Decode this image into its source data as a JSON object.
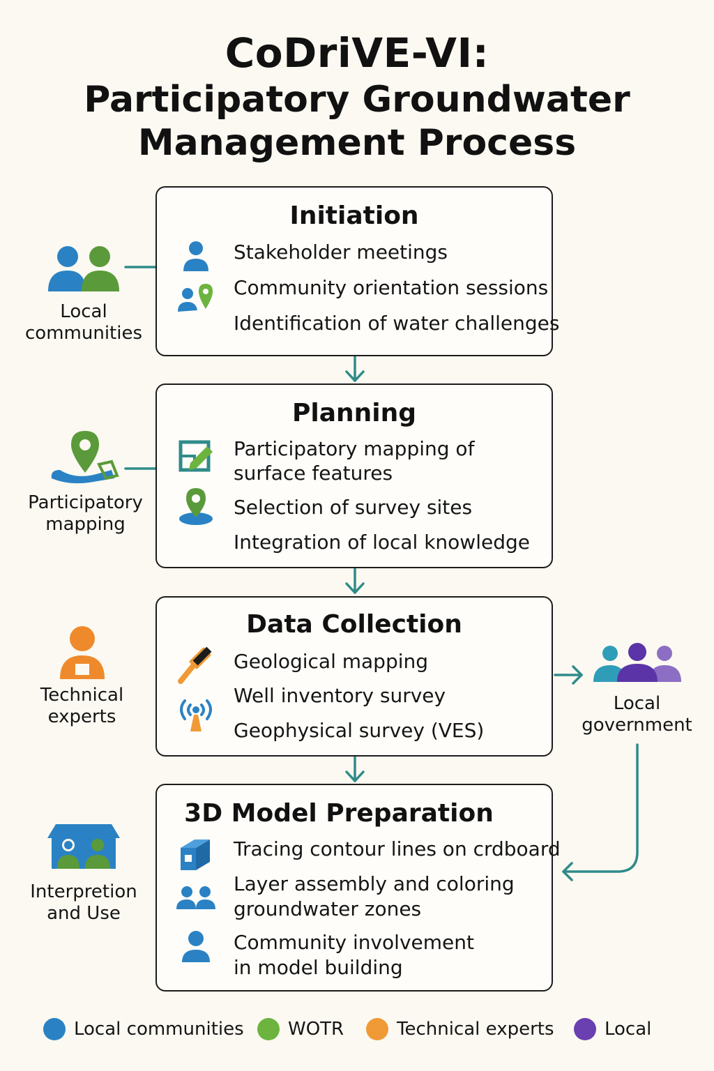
{
  "title": {
    "line1": "CoDriVE-VI:",
    "line2": "Participatory Groundwater",
    "line3": "Management Process"
  },
  "stages": [
    {
      "title": "Initiation",
      "items": [
        "Stakeholder meetings",
        "Community orientation sessions",
        "Identification of water challenges"
      ]
    },
    {
      "title": "Planning",
      "items": [
        "Participatory mapping of",
        "surface features",
        "Selection of survey sites",
        "Integration of local knowledge"
      ]
    },
    {
      "title": "Data Collection",
      "items": [
        "Geological mapping",
        "Well inventory survey",
        "Geophysical survey (VES)"
      ]
    },
    {
      "title": "3D Model Preparation",
      "items": [
        "Tracing contour lines on crdboard",
        "Layer assembly and coloring",
        "groundwater zones",
        "Community involvement",
        "in model building"
      ]
    }
  ],
  "actors": {
    "local_communities": [
      "Local",
      "communities"
    ],
    "participatory_mapping": [
      "Participatory",
      "mapping"
    ],
    "technical_experts": [
      "Technical",
      "experts"
    ],
    "local_government": [
      "Local",
      "government"
    ],
    "interpretation": [
      "Interpretion",
      "and Use"
    ]
  },
  "legend": [
    {
      "label": "Local communities",
      "color": "#2a82c4"
    },
    {
      "label": "WOTR",
      "color": "#6cb43f"
    },
    {
      "label": "Technical experts",
      "color": "#ef9a36"
    },
    {
      "label": "Local",
      "color": "#6a3fb0"
    }
  ],
  "colors": {
    "blue": "#2a82c4",
    "green": "#5a9a3a",
    "orange": "#ef8a2c",
    "purple": "#5b35a8",
    "connector": "#2f8b8a"
  },
  "icons": {
    "local_communities": "people-icon",
    "participatory_mapping": "map-pin-icon",
    "technical_experts": "expert-icon",
    "local_government": "government-group-icon",
    "interpretation": "house-people-icon"
  }
}
